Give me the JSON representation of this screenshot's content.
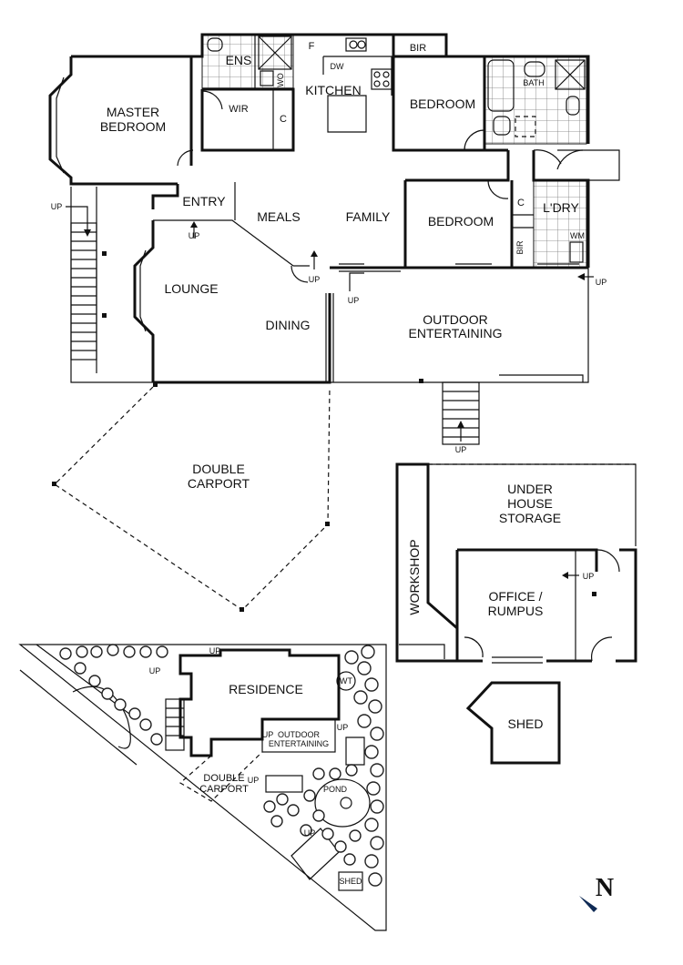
{
  "rooms": {
    "ens": "ENS",
    "f": "F",
    "dw": "DW",
    "bir_top": "BIR",
    "kitchen": "KITCHEN",
    "wo": "WO",
    "bath": "BATH",
    "master_line1": "MASTER",
    "master_line2": "BEDROOM",
    "wir": "WIR",
    "c1": "C",
    "bedroom1": "BEDROOM",
    "entry": "ENTRY",
    "meals": "MEALS",
    "family": "FAMILY",
    "bedroom2": "BEDROOM",
    "c2": "C",
    "laundry": "L'DRY",
    "bir_side": "BIR",
    "wm": "WM",
    "lounge": "LOUNGE",
    "dining": "DINING",
    "outdoor_line1": "OUTDOOR",
    "outdoor_line2": "ENTERTAINING",
    "carport_line1": "DOUBLE",
    "carport_line2": "CARPORT",
    "storage_line1": "UNDER",
    "storage_line2": "HOUSE",
    "storage_line3": "STORAGE",
    "workshop": "WORKSHOP",
    "office_line1": "OFFICE /",
    "office_line2": "RUMPUS",
    "shed": "SHED"
  },
  "up_markers": [
    "UP",
    "UP",
    "UP",
    "UP",
    "UP",
    "UP",
    "UP"
  ],
  "site": {
    "residence": "RESIDENCE",
    "wt": "WT",
    "outdoor_line1": "OUTDOOR",
    "outdoor_line2": "ENTERTAINING",
    "carport_line1": "DOUBLE",
    "carport_line2": "CARPORT",
    "pond": "POND",
    "shed": "SHED",
    "up": [
      "UP",
      "UP",
      "UP",
      "UP",
      "UP",
      "UP"
    ]
  },
  "compass": {
    "label": "N"
  }
}
